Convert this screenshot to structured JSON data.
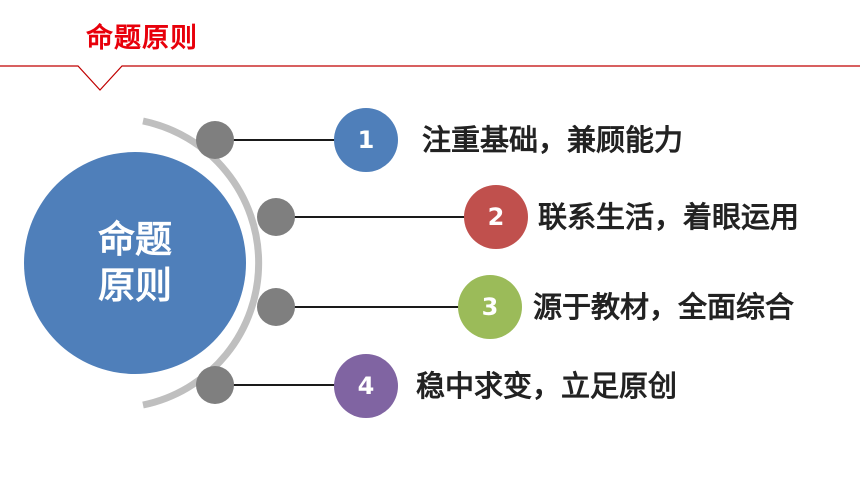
{
  "slide_title": "命题原则",
  "center": {
    "label": "命题原则"
  },
  "items": [
    {
      "number": "1",
      "text": "注重基础，兼顾能力",
      "color": "#4f7fba"
    },
    {
      "number": "2",
      "text": "联系生活，着眼运用",
      "color": "#c0504d"
    },
    {
      "number": "3",
      "text": "源于教材，全面综合",
      "color": "#9bbb59"
    },
    {
      "number": "4",
      "text": "稳中求变，立足原创",
      "color": "#8064a2"
    }
  ],
  "colors": {
    "title": "#e8000b",
    "center": "#4f7fba",
    "knot": "#7f7f7f",
    "arc": "#bfbfbf",
    "header_line": "#c00000"
  }
}
